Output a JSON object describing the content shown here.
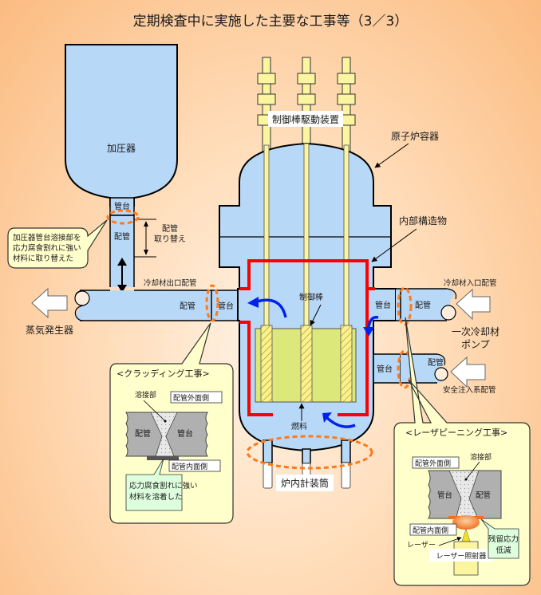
{
  "title": "定期検査中に実施した主要な工事等（3／3）",
  "labels": {
    "crdm": "制御棒駆動装置",
    "reactor_vessel": "原子炉容器",
    "pressurizer": "加圧器",
    "nozzle": "管台",
    "pipe": "配管",
    "pipe_replace_line1": "配管",
    "pipe_replace_line2": "取り替え",
    "internals": "内部構造物",
    "coolant_outlet": "冷却材出口配管",
    "coolant_inlet": "冷却材入口配管",
    "steam_generator": "蒸気発生器",
    "control_rod": "制御棒",
    "fuel": "燃料",
    "pump_line1": "一次冷却材",
    "pump_line2": "ポンプ",
    "safety_injection": "安全注入系配管",
    "incore_tube": "炉内計装筒"
  },
  "callout_pressurizer": {
    "lines": [
      "加圧器管台溶接部を",
      "応力腐食割れに強い",
      "材料に取り替えた"
    ]
  },
  "cladding": {
    "title": "<クラッディング工事>",
    "weld": "溶接部",
    "outer": "配管外面側",
    "inner": "配管内面側",
    "pipe": "配管",
    "nozzle": "管台",
    "note_lines": [
      "応力腐食割れに強い",
      "材料を溶着した"
    ]
  },
  "laser": {
    "title": "<レーザピーニング工事>",
    "weld": "溶接部",
    "outer": "配管外面側",
    "inner": "配管内面側",
    "nozzle": "管台",
    "pipe": "配管",
    "laser": "レーザー",
    "emitter": "レーザー照射器",
    "note_lines": [
      "残留応力",
      "低減"
    ]
  },
  "colors": {
    "water": "#b8d8f8",
    "internals": "#ff0000",
    "flow_arrow": "#0022ee",
    "rod": "#fbf5a0",
    "fuel": "#dde87a",
    "highlight": "#ff7a1a",
    "callout": "#ffffcc",
    "note": "#ddffdd"
  }
}
